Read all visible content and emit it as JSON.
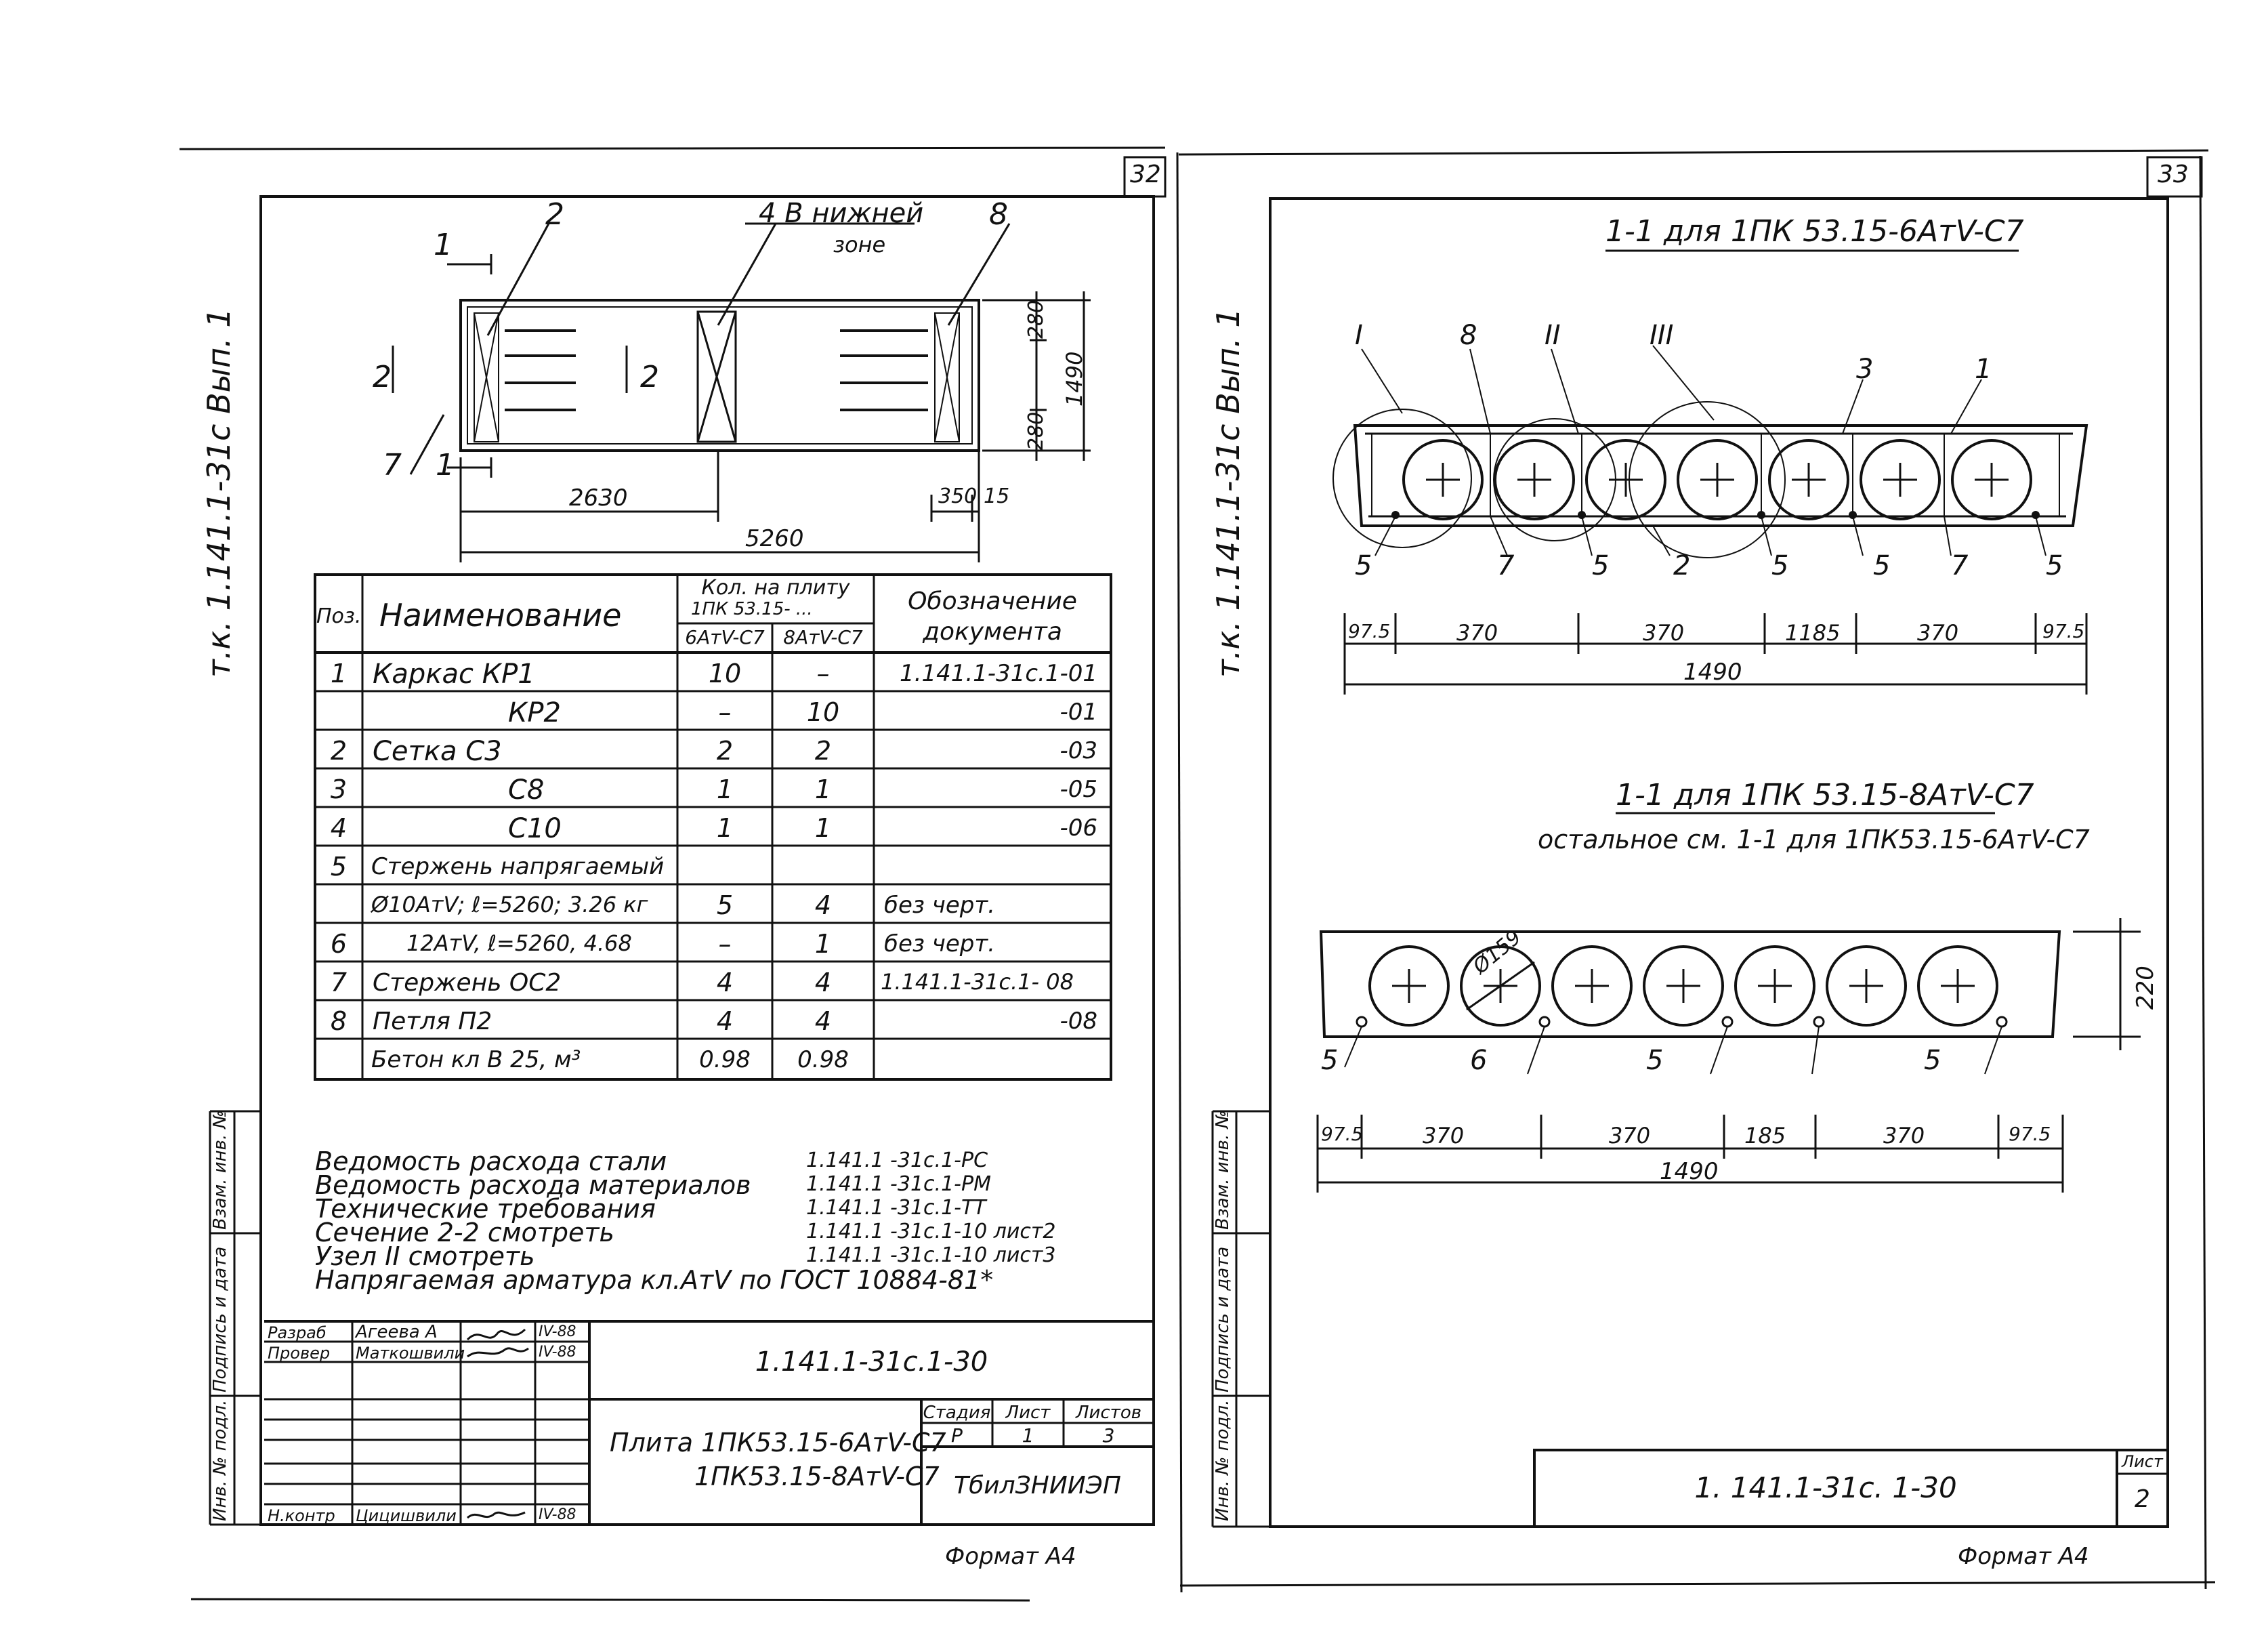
{
  "left_sheet": {
    "corner_number": "32",
    "side_label": "т.к. 1.141.1-31с  Вып. 1",
    "plan": {
      "callout_1": "1",
      "callout_2": "2",
      "callout_4": "4 В нижней",
      "callout_4b": "зоне",
      "callout_8": "8",
      "callout_7": "7",
      "section_2": "2",
      "dim_280_top": "280",
      "dim_1490": "1490",
      "dim_280_bottom": "280",
      "dim_2630": "2630",
      "dim_350": "350",
      "dim_15": "15",
      "dim_5260": "5260"
    },
    "table": {
      "headers": {
        "pos": "Поз.",
        "name": "Наименование",
        "qty": "Кол. на плиту",
        "qty_sub": "1ПК 53.15- ...",
        "col_6": "6АтV-С7",
        "col_8": "8АтV-С7",
        "doc": "Обозначение",
        "doc2": "документа"
      },
      "rows": [
        {
          "pos": "1",
          "name": "Каркас    КР1",
          "a": "10",
          "b": "–",
          "doc": "1.141.1-31с.1-01"
        },
        {
          "pos": "",
          "name": "КР2",
          "a": "–",
          "b": "10",
          "doc": "-01"
        },
        {
          "pos": "2",
          "name": "Сетка     С3",
          "a": "2",
          "b": "2",
          "doc": "-03"
        },
        {
          "pos": "3",
          "name": "С8",
          "a": "1",
          "b": "1",
          "doc": "-05"
        },
        {
          "pos": "4",
          "name": "С10",
          "a": "1",
          "b": "1",
          "doc": "-06"
        },
        {
          "pos": "5",
          "name": "Стержень напрягаемый",
          "a": "",
          "b": "",
          "doc": ""
        },
        {
          "pos": "",
          "name": "Ø10АтV; ℓ=5260;  3.26 кг",
          "a": "5",
          "b": "4",
          "doc": "без черт."
        },
        {
          "pos": "6",
          "name": "12АтV, ℓ=5260,  4.68",
          "a": "–",
          "b": "1",
          "doc": "без черт."
        },
        {
          "pos": "7",
          "name": "Стержень ОС2",
          "a": "4",
          "b": "4",
          "doc": "1.141.1-31с.1- 08"
        },
        {
          "pos": "8",
          "name": "Петля  П2",
          "a": "4",
          "b": "4",
          "doc": "-08"
        },
        {
          "pos": "",
          "name": "Бетон кл В 25,   м³",
          "a": "0.98",
          "b": "0.98",
          "doc": ""
        }
      ]
    },
    "notes": [
      {
        "text": "Ведомость расхода стали",
        "ref": "1.141.1 -31с.1-РС"
      },
      {
        "text": "Ведомость расхода материалов",
        "ref": "1.141.1 -31с.1-РМ"
      },
      {
        "text": "Технические требования",
        "ref": "1.141.1 -31с.1-ТТ"
      },
      {
        "text": "Сечение  2-2  смотреть",
        "ref": "1.141.1 -31с.1-10  лист2"
      },
      {
        "text": "Узел  II  смотреть",
        "ref": "1.141.1 -31с.1-10  лист3"
      }
    ],
    "note_last": "Напрягаемая арматура кл.АтV по ГОСТ 10884-81*",
    "side_stamp": {
      "inv_podl": "Инв. № подл.",
      "podpis": "Подпись и дата",
      "vzam": "Взам. инв. №"
    },
    "title_block": {
      "razrab": "Разраб",
      "razrab_name": "Агеева А",
      "razrab_date": "IV-88",
      "prover": "Провер",
      "prover_name": "Маткошвили",
      "prover_date": "IV-88",
      "n_kontr": "Н.контр",
      "n_kontr_name": "Цицишвили",
      "n_kontr_date": "IV-88",
      "doc_code": "1.141.1-31с.1-30",
      "title_line1": "Плита 1ПК53.15-6АтV-С7",
      "title_line2": "1ПК53.15-8АтV-С7",
      "stadia": "Стадия",
      "list": "Лист",
      "listov": "Листов",
      "stadia_val": "Р",
      "list_val": "1",
      "listov_val": "3",
      "org": "ТбилЗНИИЭП"
    },
    "format": "Формат А4"
  },
  "right_sheet": {
    "corner_number": "33",
    "side_label": "т.к. 1.141.1-31с  Вып. 1",
    "section1": {
      "title": "1-1  для  1ПК 53.15-6АтV-С7",
      "labels": [
        "I",
        "8",
        "II",
        "III",
        "3",
        "1"
      ],
      "bottom_labels": [
        "5",
        "7",
        "5",
        "2",
        "5",
        "5",
        "7",
        "5"
      ],
      "roman_bottom": "5",
      "dims": [
        "97.5",
        "370",
        "370",
        "1185",
        "370",
        "97.5"
      ],
      "total": "1490"
    },
    "section2": {
      "title": "1-1  для  1ПК 53.15-8АтV-С7",
      "subtitle": "остальное см. 1-1 для 1ПК53.15-6АтV-С7",
      "diameter": "Ø159",
      "height": "220",
      "labels": [
        "5",
        "6",
        "5",
        "5"
      ],
      "dims": [
        "97.5",
        "370",
        "370",
        "185",
        "370",
        "97.5"
      ],
      "total": "1490"
    },
    "side_stamp": {
      "inv_podl": "Инв. № подл.",
      "podpis": "Подпись и дата",
      "vzam": "Взам. инв. №"
    },
    "title_block": {
      "doc_code": "1. 141.1-31с. 1-30",
      "list": "Лист",
      "list_val": "2"
    },
    "format": "Формат А4"
  }
}
